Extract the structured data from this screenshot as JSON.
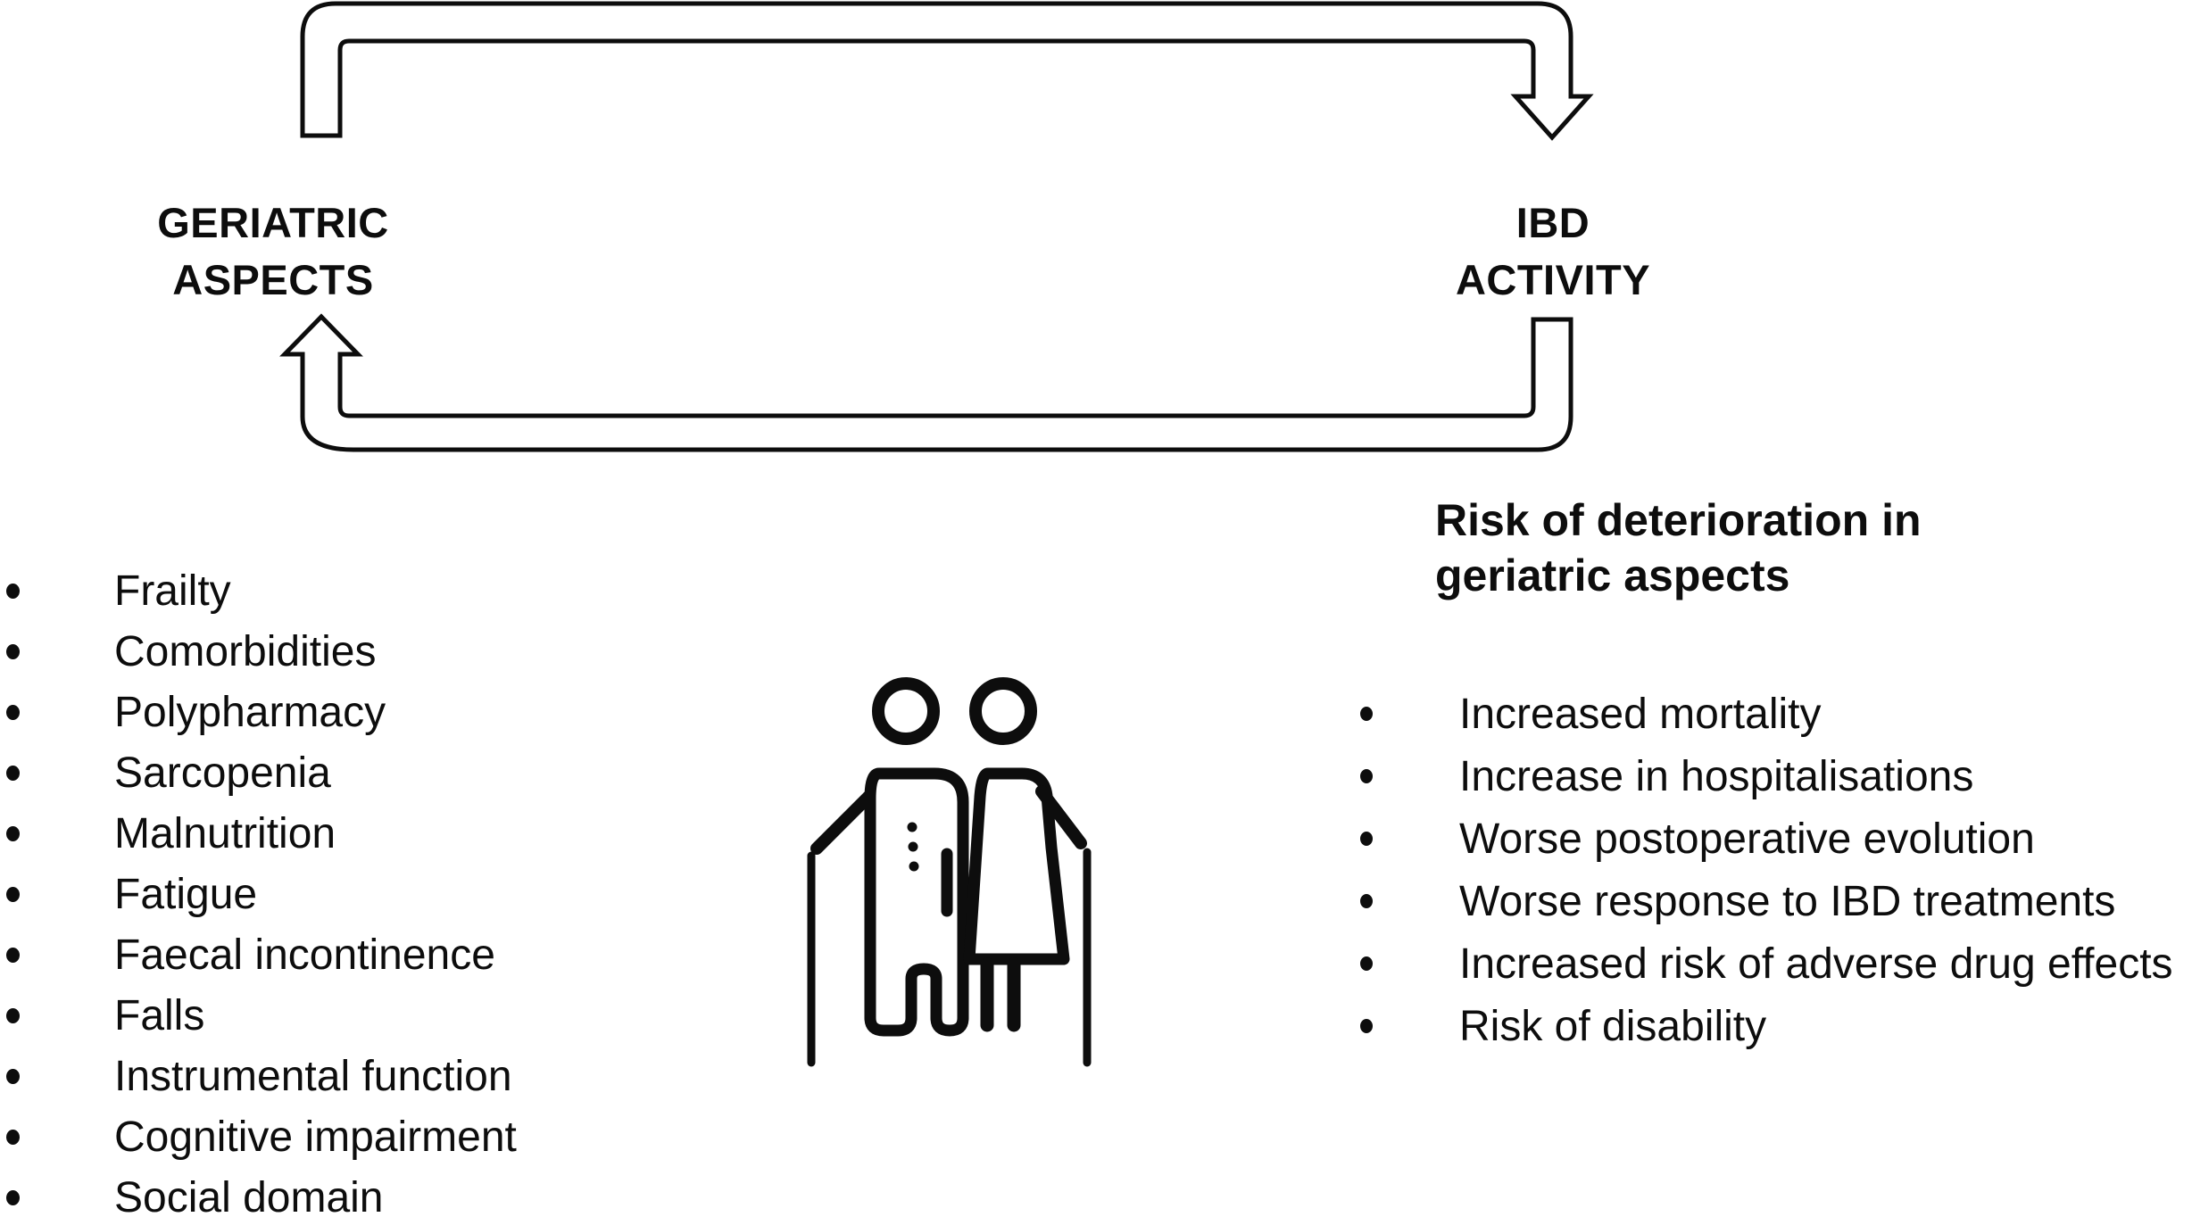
{
  "diagram": {
    "left_node": {
      "line1": "GERIATRIC",
      "line2": "ASPECTS"
    },
    "right_node": {
      "line1": "IBD",
      "line2": "ACTIVITY"
    },
    "left_list": {
      "items": [
        "Frailty",
        "Comorbidities",
        "Polypharmacy",
        "Sarcopenia",
        "Malnutrition",
        "Fatigue",
        "Faecal incontinence",
        "Falls",
        "Instrumental function",
        "Cognitive impairment",
        "Social domain"
      ]
    },
    "right_list": {
      "heading_line1": "Risk of deterioration in",
      "heading_line2": "geriatric aspects",
      "items": [
        "Increased mortality",
        "Increase in hospitalisations",
        "Worse postoperative evolution",
        "Worse response to IBD treatments",
        "Increased risk of adverse drug effects",
        "Risk of disability"
      ]
    },
    "icon": "elderly-couple-with-canes",
    "colors": {
      "ink": "#0d0d0d",
      "background": "#ffffff"
    }
  }
}
